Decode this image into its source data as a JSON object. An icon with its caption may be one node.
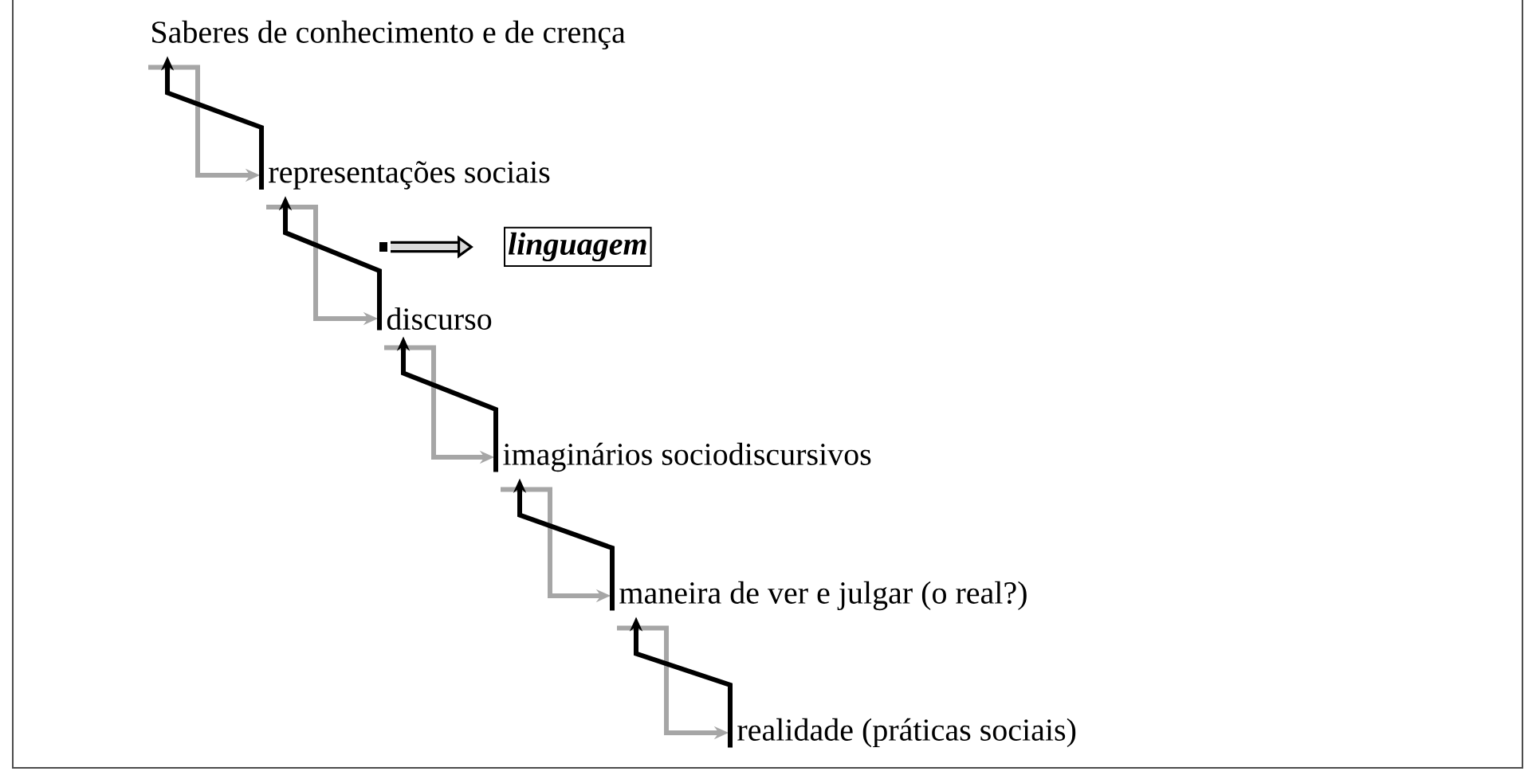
{
  "diagram": {
    "nodes": [
      {
        "text": [
          "Saberes de conhecimento e de crença"
        ]
      },
      {
        "text": [
          "representações sociais"
        ]
      },
      {
        "text": [
          "linguagem"
        ]
      },
      {
        "text": [
          "discurso"
        ]
      },
      {
        "text": [
          "imaginários sociodiscursivos"
        ]
      },
      {
        "text": [
          "maneira de ver e julgar (o real?)"
        ]
      },
      {
        "text": [
          "realidade (práticas sociais)"
        ]
      }
    ],
    "edges": [
      {
        "from": 0,
        "to": 1,
        "arrow": "to",
        "color": "#a6a6a6"
      },
      {
        "from": 1,
        "to": 0,
        "arrow": "to"
      },
      {
        "from": 1,
        "to": 3,
        "arrow": "to",
        "color": "#a6a6a6"
      },
      {
        "from": 3,
        "to": 1,
        "arrow": "to"
      },
      {
        "from": null,
        "to": 2,
        "arrow": "to",
        "style": "thick"
      },
      {
        "from": 3,
        "to": 4,
        "arrow": "to",
        "color": "#a6a6a6"
      },
      {
        "from": 4,
        "to": 3,
        "arrow": "to"
      },
      {
        "from": 4,
        "to": 5,
        "arrow": "to",
        "color": "#a6a6a6"
      },
      {
        "from": 5,
        "to": 4,
        "arrow": "to"
      },
      {
        "from": 5,
        "to": 6,
        "arrow": "to",
        "color": "#a6a6a6"
      },
      {
        "from": 6,
        "to": 5,
        "arrow": "to"
      }
    ]
  }
}
